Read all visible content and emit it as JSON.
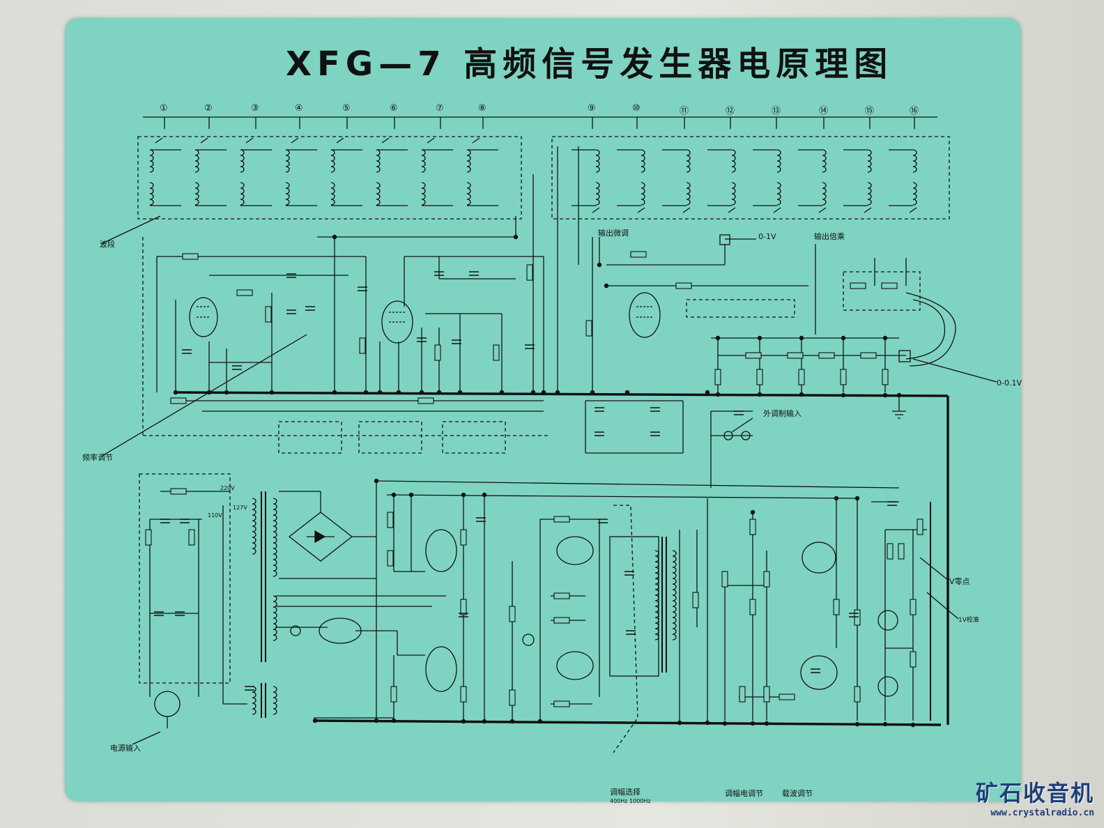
{
  "title": "XFG—7 高频信号发生器电原理图",
  "labels": {
    "band": "波段",
    "freq_tune": "频率调节",
    "out_fine": "输出微调",
    "out_mult": "输出倍乘",
    "range_top": "0-1V",
    "range_right": "0-0.1V",
    "ext_mod_in": "外调制输入",
    "power_in": "电源输入",
    "mod_select": "调幅选择",
    "mod_select_sub": "400Hz  1000Hz",
    "mod_level": "调幅电调节",
    "carrier_adj": "载波调节",
    "vset": "V零点",
    "vcal": "1V校准",
    "v220": "220V",
    "v127": "127V",
    "v110": "110V"
  },
  "band_numbers": [
    "①",
    "②",
    "③",
    "④",
    "⑤",
    "⑥",
    "⑦",
    "⑧",
    "⑨",
    "⑩",
    "⑪",
    "⑫",
    "⑬",
    "⑭",
    "⑮",
    "⑯"
  ],
  "watermark": {
    "brand": "矿石收音机",
    "url": "www.crystalradio.cn"
  },
  "colors": {
    "card": "#7fd3c2",
    "ink": "#111111",
    "watermark": "#1f3f7a"
  }
}
